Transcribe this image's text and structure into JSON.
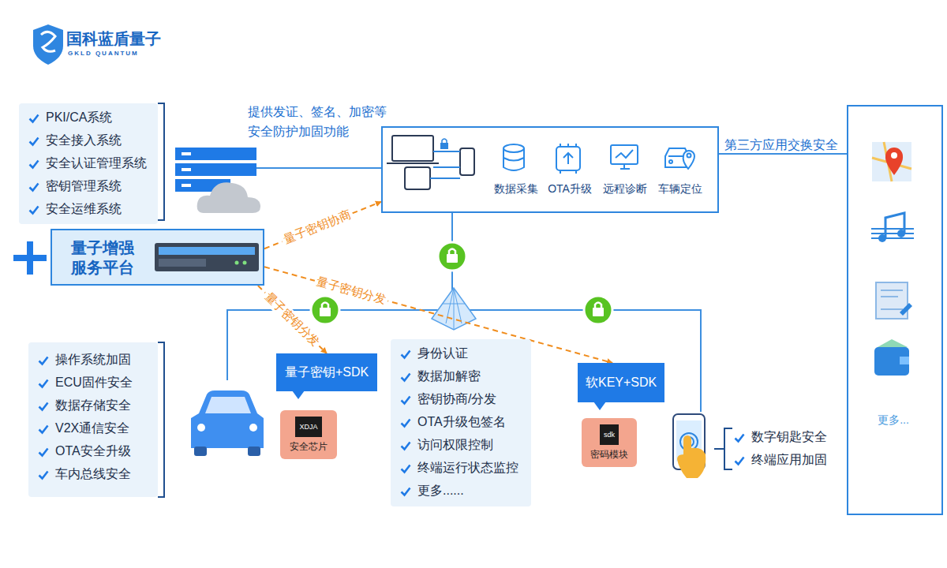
{
  "diagram": {
    "nodes": [
      {
        "text": [
          "PKI/CA系统",
          "安全接入系统",
          "安全认证管理系统",
          "密钥管理系统",
          "安全运维系统"
        ]
      },
      {
        "text": [
          "数据采集",
          "OTA升级",
          "远程诊断",
          "车辆定位"
        ]
      },
      {
        "text": [
          "量子增强 服务平台"
        ]
      },
      {
        "text": [
          "更多..."
        ]
      },
      {
        "text": [
          "量子密钥+SDK"
        ]
      },
      {
        "text": [
          "XDJA",
          "安全芯片"
        ]
      },
      {
        "text": [
          "身份认证",
          "数据加解密",
          "密钥协商/分发",
          "OTA升级包签名",
          "访问权限控制",
          "终端运行状态监控",
          "更多......"
        ]
      },
      {
        "text": [
          "软KEY+SDK"
        ]
      },
      {
        "text": [
          "sdk",
          "密码模块"
        ]
      },
      {
        "text": [
          "操作系统加固",
          "ECU固件安全",
          "数据存储安全",
          "V2X通信安全",
          "OTA安全升级",
          "车内总线安全"
        ]
      },
      {
        "text": [
          "数字钥匙安全",
          "终端应用加固"
        ]
      }
    ],
    "edges": [
      {
        "from": 2,
        "to": 1,
        "label": "量子密钥协商",
        "arrow": "to"
      },
      {
        "from": 2,
        "to": 7,
        "label": "量子密钥分发",
        "arrow": "to"
      },
      {
        "from": 2,
        "to": 4,
        "label": "量子密钥分发",
        "arrow": "to"
      }
    ],
    "labels": [
      "国科蓝盾量子",
      "GKLD QUANTUM",
      "提供发证、签名、加密等 安全防护加固功能",
      "第三方应用交换安全"
    ]
  }
}
